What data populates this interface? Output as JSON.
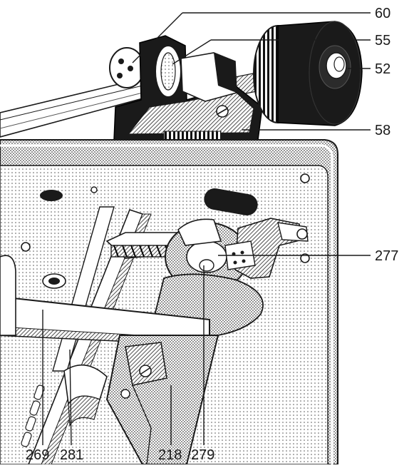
{
  "figure": {
    "callouts_right": [
      {
        "id": "c60",
        "label": "60"
      },
      {
        "id": "c55",
        "label": "55"
      },
      {
        "id": "c52",
        "label": "52"
      },
      {
        "id": "c58",
        "label": "58"
      },
      {
        "id": "c277",
        "label": "277"
      }
    ],
    "callouts_bottom": [
      {
        "id": "c269",
        "label": "269"
      },
      {
        "id": "c281",
        "label": "281"
      },
      {
        "id": "c218",
        "label": "218"
      },
      {
        "id": "c279",
        "label": "279"
      }
    ],
    "colors": {
      "ink": "#1a1a1a",
      "paper": "#ffffff",
      "stipple": "#9a9a9a"
    }
  }
}
